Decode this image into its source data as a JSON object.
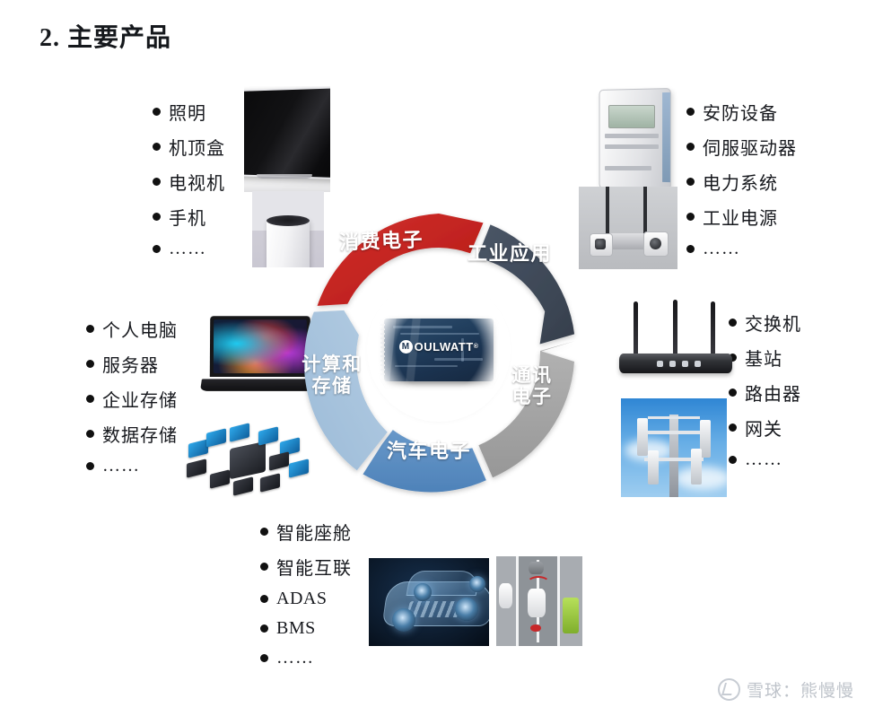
{
  "page": {
    "title_number": "2.",
    "title_text": "主要产品"
  },
  "colors": {
    "consumer": "#c4201f",
    "industrial": "#3e4958",
    "communication": "#a5a5a5",
    "automotive": "#5b8fc4",
    "computing": "#a8c4de",
    "background": "#ffffff",
    "bullet": "#111111",
    "watermark": "#b9bec6"
  },
  "chart_data": {
    "type": "pie",
    "title": "主要产品",
    "legend_position": "in-slice",
    "categories": [
      "消费电子",
      "工业应用",
      "通讯电子",
      "汽车电子",
      "计算和存储"
    ],
    "values": [
      20,
      20,
      20,
      20,
      20
    ],
    "colors": [
      "#c4201f",
      "#3e4958",
      "#a5a5a5",
      "#5b8fc4",
      "#a8c4de"
    ],
    "center_label": "MOULWATT",
    "xlabel": "",
    "ylabel": ""
  },
  "segments": [
    {
      "key": "consumer",
      "label": "消费电子",
      "color": "#c4201f"
    },
    {
      "key": "industrial",
      "label": "工业应用",
      "color": "#3e4958"
    },
    {
      "key": "communication",
      "label": "通讯\n电子",
      "label_line1": "通讯",
      "label_line2": "电子",
      "color": "#a5a5a5"
    },
    {
      "key": "automotive",
      "label": "汽车电子",
      "color": "#5b8fc4"
    },
    {
      "key": "computing",
      "label_line1": "计算和",
      "label_line2": "存储",
      "color": "#a8c4de"
    }
  ],
  "hub": {
    "logo_mark": "M",
    "logo_text": "OULWATT",
    "trademark": "®"
  },
  "lists": {
    "consumer": {
      "group": "消费电子",
      "items": [
        "照明",
        "机顶盒",
        "电视机",
        "手机",
        "……"
      ]
    },
    "industrial": {
      "group": "工业应用",
      "items": [
        "安防设备",
        "伺服驱动器",
        "电力系统",
        "工业电源",
        "……"
      ]
    },
    "computing": {
      "group": "计算和存储",
      "items": [
        "个人电脑",
        "服务器",
        "企业存储",
        "数据存储",
        "……"
      ]
    },
    "communication": {
      "group": "通讯电子",
      "items": [
        "交换机",
        "基站",
        "路由器",
        "网关",
        "……"
      ]
    },
    "automotive": {
      "group": "汽车电子",
      "items": [
        "智能座舱",
        "智能互联",
        "ADAS",
        "BMS",
        "……"
      ]
    }
  },
  "images": {
    "tv": "television-photo",
    "speaker": "smart-speaker-photo",
    "meter": "electricity-meter-photo",
    "cameras": "security-camera-photo",
    "laptop": "laptop-photo",
    "storage": "server-storage-cluster-photo",
    "router": "wifi-router-photo",
    "tower": "cell-tower-photo",
    "car": "automotive-xray-photo",
    "adas": "adas-road-diagram"
  },
  "watermark": {
    "logo": "xueqiu-logo-icon",
    "text": "雪球：熊慢慢"
  }
}
